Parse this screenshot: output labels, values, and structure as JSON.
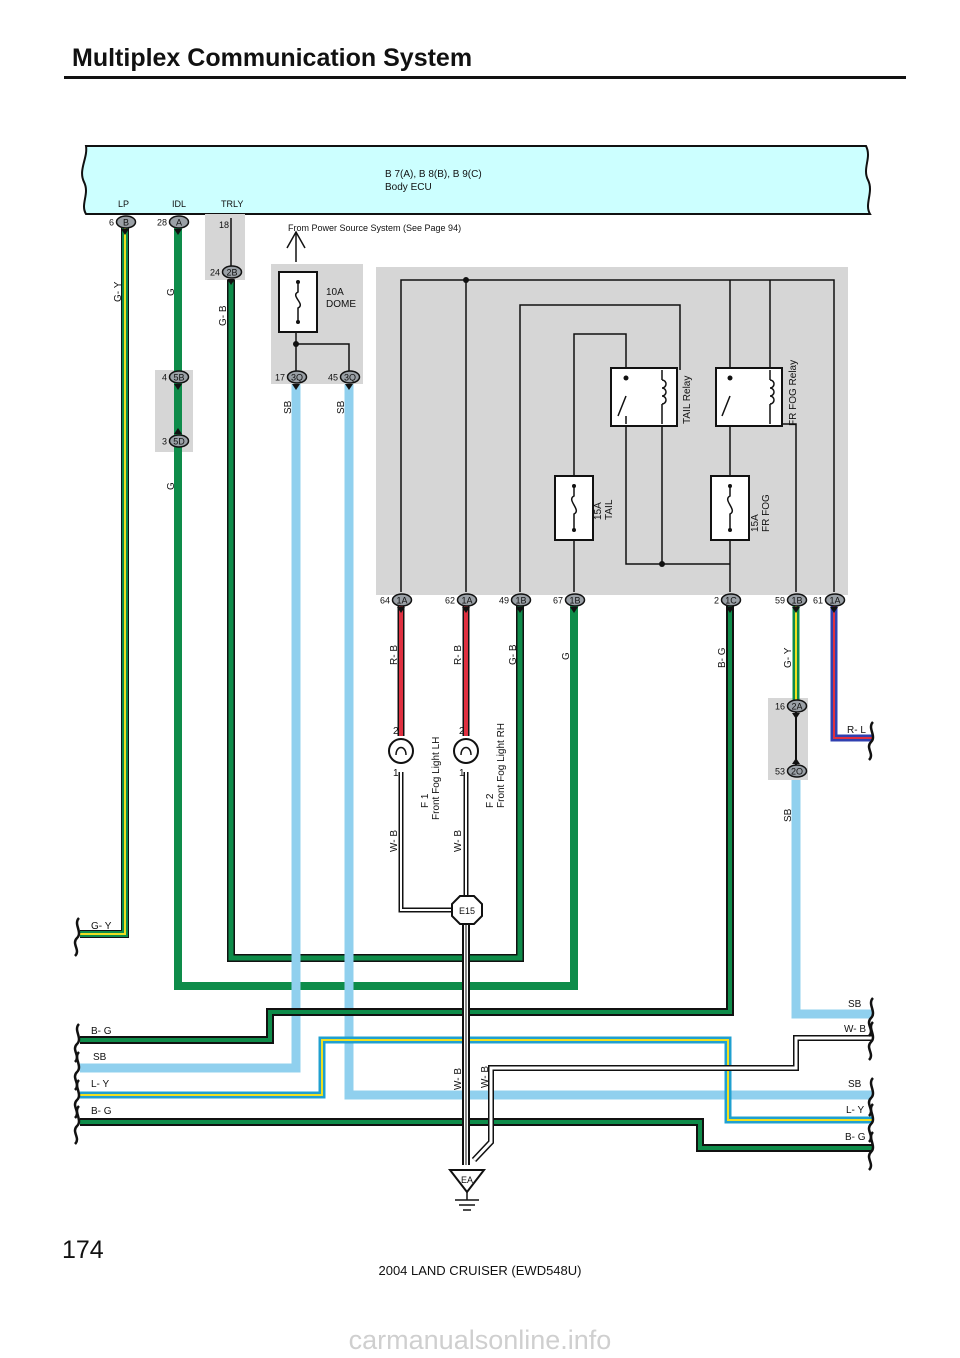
{
  "page": {
    "title": "Multiplex Communication System",
    "page_number": "174",
    "footer": "2004 LAND CRUISER (EWD548U)",
    "watermark": "carmanualsonline.info"
  },
  "ecu": {
    "name_line1": "B 7(A), B 8(B), B 9(C)",
    "name_line2": "Body ECU",
    "terminals": [
      "LP",
      "IDL",
      "TRLY"
    ]
  },
  "power_note": "From Power Source System (See Page 94)",
  "connectors": {
    "t6B": {
      "pin": "6",
      "code": "B"
    },
    "t28A": {
      "pin": "28",
      "code": "A"
    },
    "t18": {
      "pin": "18"
    },
    "t24": {
      "pin": "24",
      "code": "2B"
    },
    "t4": {
      "pin": "4",
      "code": "5B"
    },
    "t3": {
      "pin": "3",
      "code": "5D"
    },
    "t17": {
      "pin": "17",
      "code": "3Q"
    },
    "t45": {
      "pin": "45",
      "code": "3Q"
    },
    "t64": {
      "pin": "64",
      "code": "1A"
    },
    "t62": {
      "pin": "62",
      "code": "1A"
    },
    "t49": {
      "pin": "49",
      "code": "1B"
    },
    "t67": {
      "pin": "67",
      "code": "1B"
    },
    "t2": {
      "pin": "2",
      "code": "1C"
    },
    "t59": {
      "pin": "59",
      "code": "1B"
    },
    "t61": {
      "pin": "61",
      "code": "1A"
    },
    "t16": {
      "pin": "16",
      "code": "2A"
    },
    "t53": {
      "pin": "53",
      "code": "2O"
    }
  },
  "fuses": {
    "dome": {
      "rating": "10A",
      "name": "DOME"
    },
    "tail": {
      "rating": "15A",
      "name": "TAIL"
    },
    "frfog": {
      "rating": "15A",
      "name": "FR FOG"
    }
  },
  "relays": {
    "tail": "TAIL Relay",
    "frfog": "FR FOG Relay"
  },
  "lights": {
    "lh": {
      "id": "F 1",
      "name": "Front Fog Light LH",
      "pin_top": "2",
      "pin_bottom": "1"
    },
    "rh": {
      "id": "F 2",
      "name": "Front Fog Light RH",
      "pin_top": "2",
      "pin_bottom": "1"
    }
  },
  "grounds": {
    "junction": "E15",
    "earth": "EA"
  },
  "wire_labels": {
    "gy_top": "G- Y",
    "g_top": "G",
    "gb_top": "G- B",
    "g_mid": "G",
    "sb_17": "SB",
    "sb_45": "SB",
    "rb_lh": "R- B",
    "rb_rh": "R- B",
    "gb_49": "G- B",
    "g_67": "G",
    "bg_2": "B- G",
    "gy_59": "G- Y",
    "rl": "R- L",
    "sb_53": "SB",
    "wb_lh": "W- B",
    "wb_rh": "W- B",
    "wb_ea1": "W- B",
    "wb_ea2": "W- B",
    "gy_left": "G- Y",
    "bg_left1": "B- G",
    "sb_left": "SB",
    "ly_left": "L- Y",
    "bg_left2": "B- G",
    "sb_right1": "SB",
    "wb_right": "W- B",
    "sb_right2": "SB",
    "ly_right": "L- Y",
    "bg_right": "B- G"
  },
  "colors": {
    "green": "#0e8c4a",
    "light_blue": "#90d0ee",
    "red": "#e03040",
    "yellow": "#f0e020",
    "black": "#111111",
    "ecu_fill": "#ccffff",
    "junction_box": "#d6d6d6"
  }
}
